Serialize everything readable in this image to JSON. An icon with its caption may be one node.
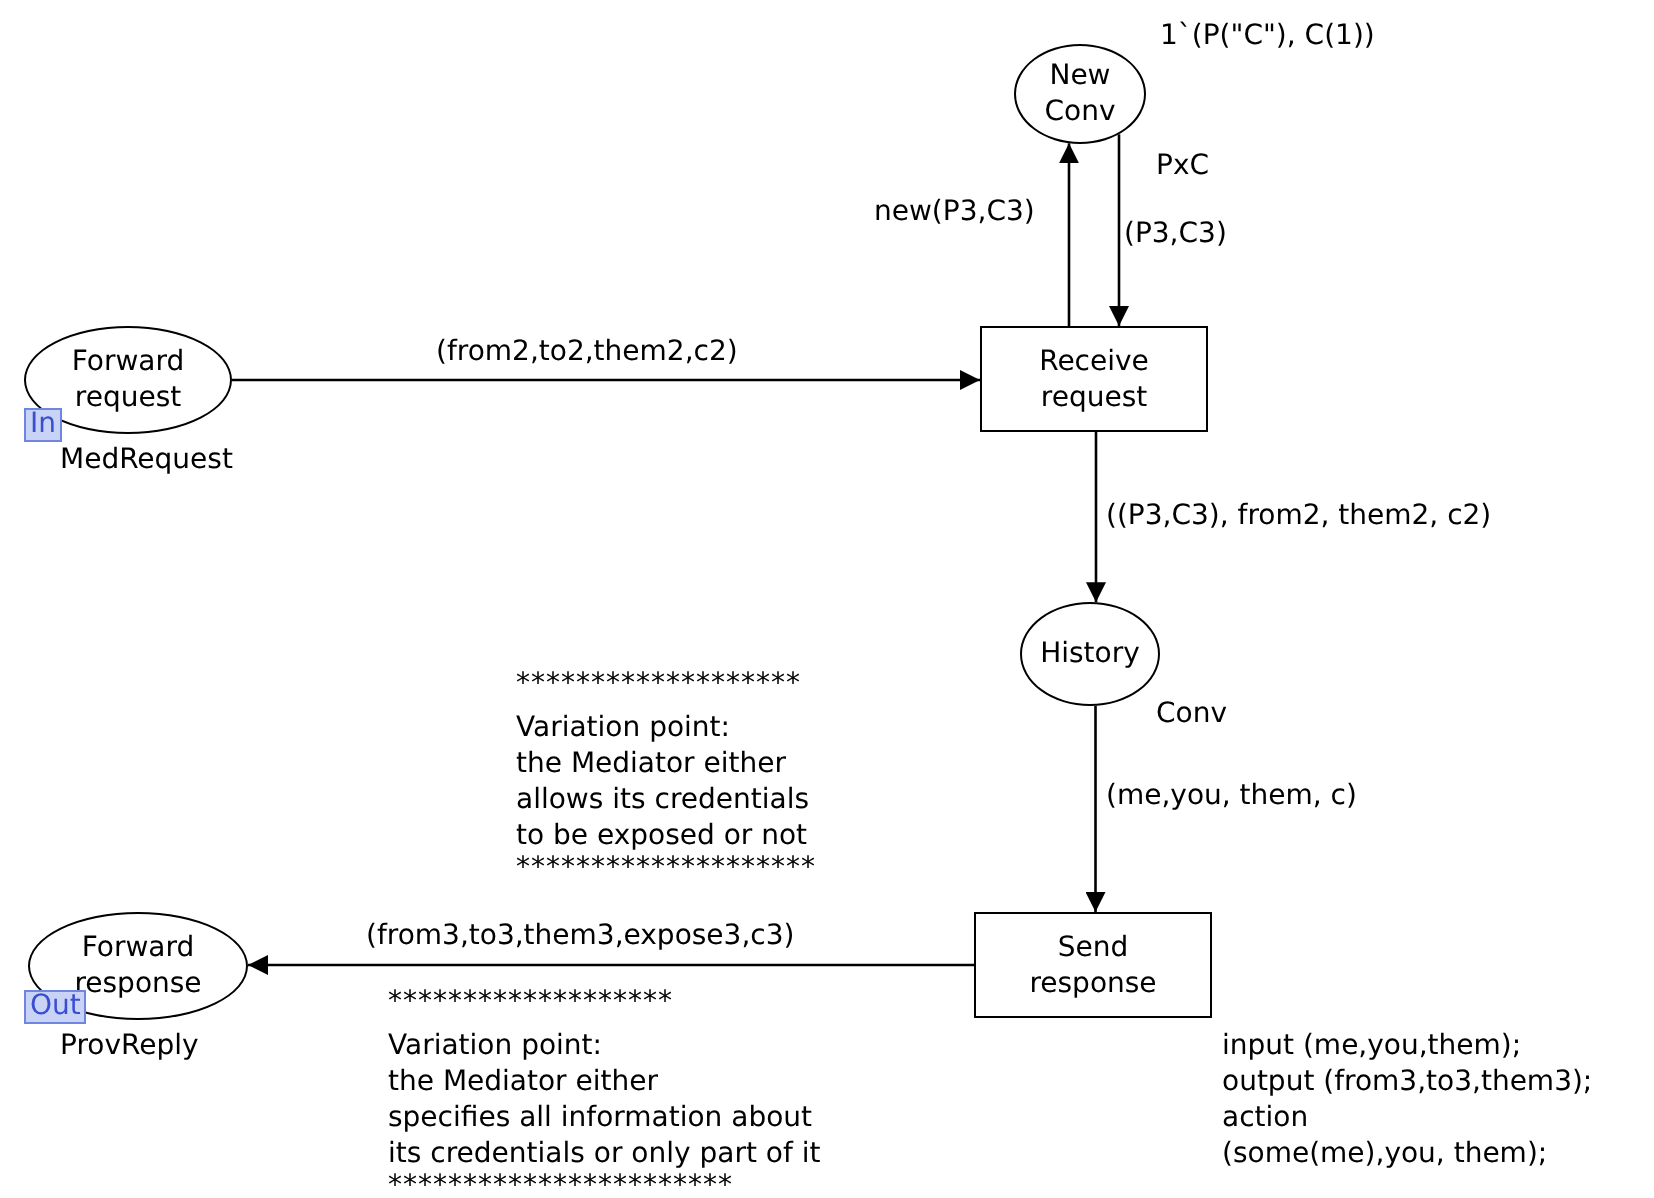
{
  "diagram": {
    "nodes": [
      {
        "text": [
          "Forward request",
          "In"
        ],
        "beside": [
          "MedRequest"
        ]
      },
      {
        "text": [
          "New Conv"
        ],
        "beside": [
          "1`(P(\"C\"), C(1))",
          "PxC"
        ]
      },
      {
        "text": [
          "Receive request"
        ]
      },
      {
        "text": [
          "History"
        ],
        "beside": [
          "Conv"
        ]
      },
      {
        "text": [
          "Send response"
        ],
        "beside": [
          "input (me,you,them); output (from3,to3,them3); action (some(me),you, them);"
        ]
      },
      {
        "text": [
          "Forward response",
          "Out"
        ],
        "beside": [
          "ProvReply"
        ]
      }
    ],
    "edges": [
      {
        "from": 0,
        "to": 2,
        "arrow": "to",
        "label": "(from2,to2,them2,c2)"
      },
      {
        "from": 2,
        "to": 1,
        "arrow": "to",
        "label": "new(P3,C3)"
      },
      {
        "from": 1,
        "to": 2,
        "arrow": "to",
        "label": "(P3,C3)"
      },
      {
        "from": 2,
        "to": 3,
        "arrow": "to",
        "label": "((P3,C3), from2, them2, c2)"
      },
      {
        "from": 3,
        "to": 4,
        "arrow": "to",
        "label": "(me,you, them, c)"
      },
      {
        "from": 4,
        "to": 5,
        "arrow": "to",
        "label": "(from3,to3,them3,expose3,c3)"
      }
    ],
    "labels": [
      "*******************",
      "Variation point: the Mediator either allows its credentials to be exposed or not",
      "********************",
      "*******************",
      "Variation point: the Mediator either specifies all information about its credentials or only part of it",
      "***********************"
    ]
  }
}
